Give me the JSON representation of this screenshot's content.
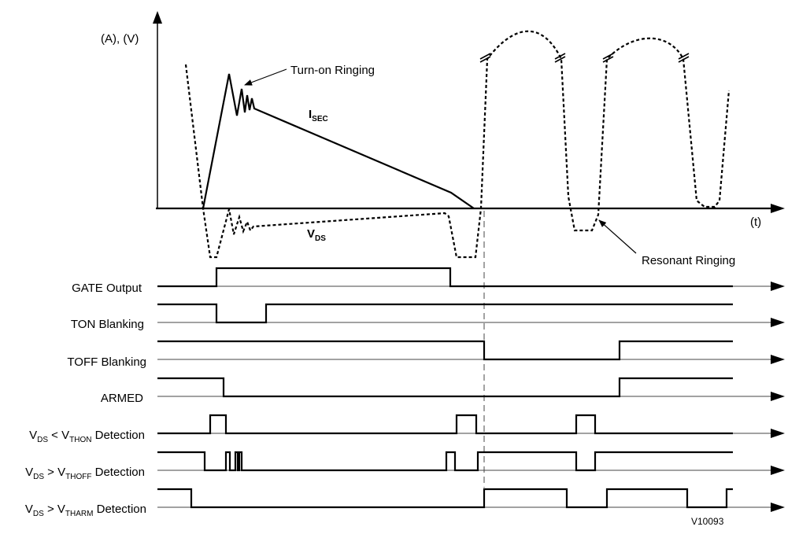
{
  "axes": {
    "y_label": "(A), (V)",
    "t_label": "(t)"
  },
  "annotations": {
    "turn_on": "Turn-on Ringing",
    "resonant": "Resonant Ringing",
    "isec_main": "I",
    "isec_sub": "SEC",
    "vds_main": "V",
    "vds_sub": "DS",
    "figure_id": "V10093"
  },
  "signals": {
    "gate": "GATE Output",
    "ton": "TON Blanking",
    "toff": "TOFF Blanking",
    "armed": "ARMED",
    "vthon": {
      "a": "V",
      "a_sub": "DS",
      "op": " < V",
      "b_sub": "THON",
      "tail": " Detection"
    },
    "vthoff": {
      "a": "V",
      "a_sub": "DS",
      "op": " > V",
      "b_sub": "THOFF",
      "tail": " Detection"
    },
    "vtharm": {
      "a": "V",
      "a_sub": "DS",
      "op": " > V",
      "b_sub": "THARM",
      "tail": " Detection"
    }
  }
}
